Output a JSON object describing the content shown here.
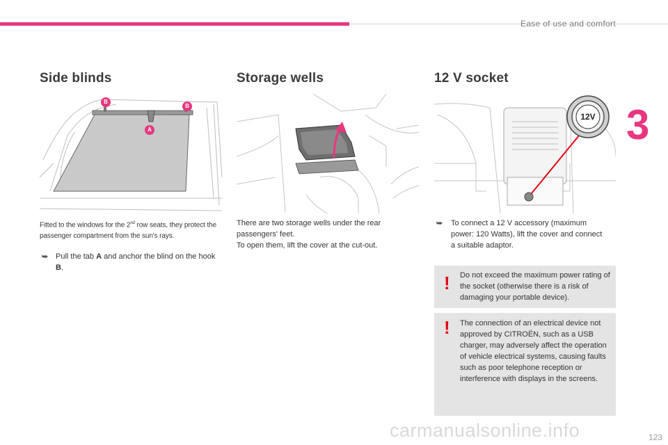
{
  "header": {
    "chapter_title": "Ease of use and comfort",
    "chapter_number": "3",
    "accent_color": "#e6377f"
  },
  "sections": [
    {
      "title": "Side blinds",
      "caption_a": "Fitted to the windows for the 2",
      "caption_sup": "nd",
      "caption_b": " row seats, they protect the passenger compartment from the sun's rays.",
      "bullet_icon": "arrow-bullet-icon",
      "instruction_a": "Pull the tab ",
      "instruction_tab": "A",
      "instruction_b": " and anchor the blind on the hook ",
      "instruction_hook": "B",
      "instruction_end": ".",
      "labels": [
        "B",
        "B",
        "A"
      ]
    },
    {
      "title": "Storage wells",
      "text_1": "There are two storage wells under the rear passengers' feet.",
      "text_2": "To open them, lift the cover at the cut-out."
    },
    {
      "title": "12 V socket",
      "socket_label": "12V",
      "instruction": "To connect a 12 V accessory (maximum power: 120 Watts), lift the cover and connect a suitable adaptor.",
      "warnings": [
        {
          "icon": "warning-exclamation-icon",
          "mark": "!",
          "text": "Do not exceed the maximum power rating of the socket (otherwise there is a risk of damaging your portable device)."
        },
        {
          "icon": "warning-exclamation-icon",
          "mark": "!",
          "text": "The connection of an electrical device not approved by CITROËN, such as a USB charger, may adversely affect the operation of vehicle electrical systems, causing faults such as poor telephone reception or interference with displays in the screens."
        }
      ],
      "warning_color": "#e30613"
    }
  ],
  "footer": {
    "page_number": "123",
    "watermark": "carmanualsonline.info"
  }
}
